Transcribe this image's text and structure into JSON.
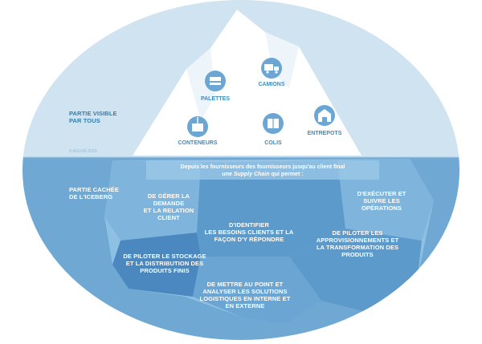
{
  "left_labels": {
    "visible": "PARTIE VISIBLE\nPAR TOUS",
    "hidden": "PARTIE CACHÉE\nDE L'ICEBERG"
  },
  "copyright": "© ASLOG 2019",
  "intro": {
    "line1": "Depuis les fournisseurs des fournisseurs jusqu'au client final",
    "line2_prefix": "une ",
    "line2_emph": "Supply Chain",
    "line2_suffix": " qui permet :"
  },
  "icons": [
    {
      "name": "palettes",
      "label": "PALETTES",
      "icon": "pallet-icon"
    },
    {
      "name": "camions",
      "label": "CAMIONS",
      "icon": "truck-icon"
    },
    {
      "name": "conteneurs",
      "label": "CONTENEURS",
      "icon": "container-icon"
    },
    {
      "name": "colis",
      "label": "COLIS",
      "icon": "parcel-icon"
    },
    {
      "name": "entrepots",
      "label": "ENTREPOTS",
      "icon": "warehouse-icon"
    }
  ],
  "segments": {
    "gerer": "DE GÉRER LA\nDEMANDE\nET LA RELATION\nCLIENT",
    "identifier": "D'IDENTIFIER\nLES BESOINS CLIENTS ET LA\nFAÇON D'Y RÉPONDRE",
    "executer": "D'EXÉCUTER ET\nSUIVRE LES\nOPÉRATIONS",
    "piloter_appro": "DE PILOTER LES\nAPPROVISIONNEMENTS ET\nLA TRANSFORMATION DES\nPRODUITS",
    "piloter_stock": "DE PILOTER LE STOCKAGE\nET LA DISTRIBUTION DES\nPRODUITS FINIS",
    "mettre": "DE METTRE AU POINT ET\nANALYSER  LES SOLUTIONS\nLOGISTIQUES  EN INTERNE ET\nEN EXTERNE"
  },
  "colors": {
    "sky": "#cfe3f1",
    "water": "#6ea8d3",
    "ice_light": "#ffffff",
    "underwater_light": "#8ec0e3",
    "underwater_mid": "#5c9acc",
    "underwater_dark": "#4a88bf",
    "icon_bg": "#6ba6d4"
  }
}
